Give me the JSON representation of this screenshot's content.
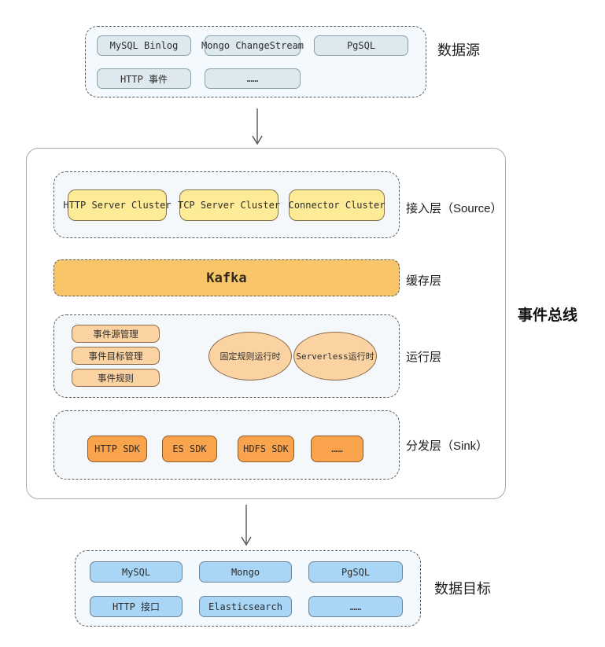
{
  "palette": {
    "dash-border": "#595959",
    "container-border": "#ababab",
    "text": "#2d2d2d",
    "source-group-bg": "#f3f9fd",
    "source-box-bg": "#dde9ee",
    "source-box-border": "#8aa0ab",
    "layer-group-bg": "#f4f8fb",
    "yellow-box-bg": "#fdeb97",
    "yellow-box-border": "#85764a",
    "kafka-bg": "#f8c668",
    "peach-bg": "#fbd3a3",
    "peach-border": "#8a6a4a",
    "orange-bg": "#f9a34c",
    "orange-border": "#8a5a28",
    "target-box-bg": "#a9d5f7",
    "target-box-border": "#6e8597",
    "arrow-color": "#555555"
  },
  "sources": {
    "label": "数据源",
    "items": [
      "MySQL Binlog",
      "Mongo ChangeStream",
      "PgSQL",
      "HTTP 事件",
      "……"
    ]
  },
  "event_bus": {
    "label": "事件总线",
    "access": {
      "label": "接入层（Source）",
      "items": [
        "HTTP Server Cluster",
        "TCP Server Cluster",
        "Connector Cluster"
      ]
    },
    "cache": {
      "label": "缓存层",
      "node": "Kafka"
    },
    "runtime": {
      "label": "运行层",
      "management": [
        "事件源管理",
        "事件目标管理",
        "事件规则"
      ],
      "runtimes": [
        "固定规则运行时",
        "Serverless运行时"
      ]
    },
    "sink": {
      "label": "分发层（Sink）",
      "items": [
        "HTTP SDK",
        "ES SDK",
        "HDFS SDK",
        "……"
      ]
    }
  },
  "targets": {
    "label": "数据目标",
    "items": [
      "MySQL",
      "Mongo",
      "PgSQL",
      "HTTP 接口",
      "Elasticsearch",
      "……"
    ]
  }
}
